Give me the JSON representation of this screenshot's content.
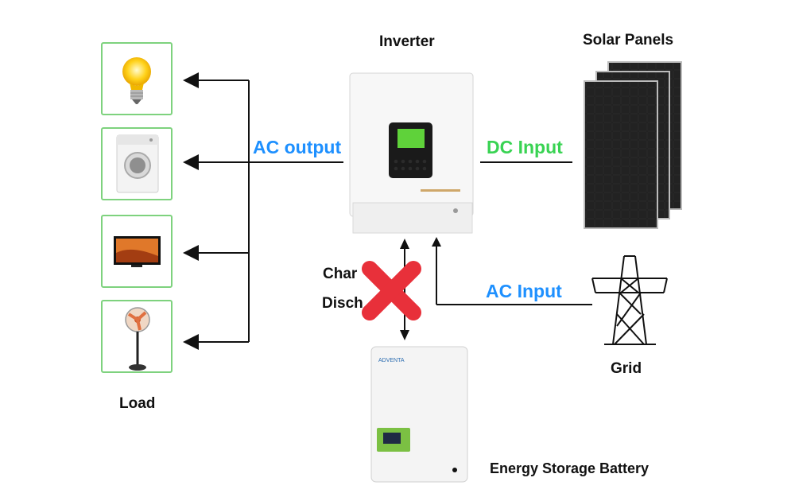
{
  "titles": {
    "inverter": "Inverter",
    "solar_panels": "Solar Panels",
    "grid": "Grid",
    "load": "Load",
    "battery": "Energy Storage Battery"
  },
  "flows": {
    "ac_output": "AC output",
    "dc_input": "DC Input",
    "ac_input": "AC Input",
    "charge_partial": "Char",
    "discharge_partial": "Disch"
  },
  "load_items": [
    "light-bulb",
    "washing-machine",
    "television",
    "fan"
  ],
  "colors": {
    "ac_blue": "#1e90ff",
    "dc_green": "#39d353",
    "load_border": "#7ed27e",
    "cross_red": "#e8303a",
    "battery_green": "#7bc043"
  },
  "icons": [
    "light-bulb-icon",
    "washing-machine-icon",
    "tv-icon",
    "fan-icon",
    "inverter-icon",
    "solar-panel-icon",
    "grid-tower-icon",
    "battery-icon",
    "red-cross-icon"
  ]
}
